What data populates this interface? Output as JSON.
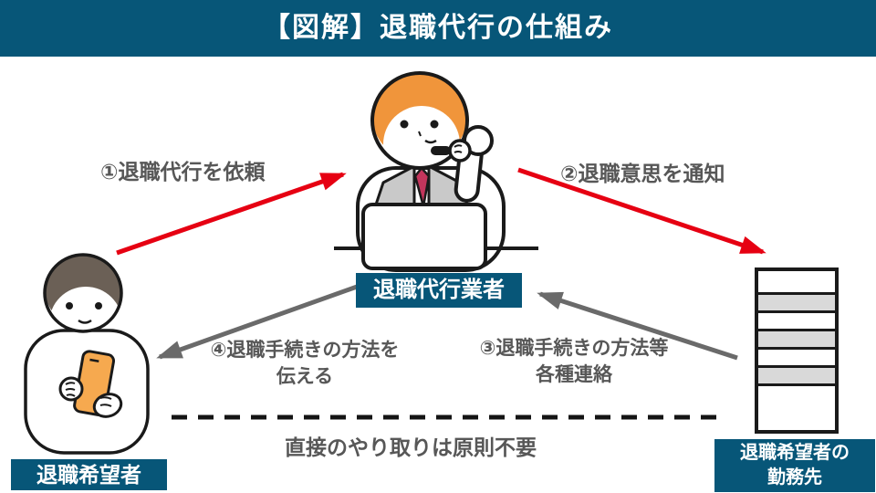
{
  "header": {
    "title": "【図解】退職代行の仕組み"
  },
  "actors": {
    "agency": {
      "label": "退職代行業者"
    },
    "employee": {
      "label": "退職希望者"
    },
    "workplace": {
      "label_line1": "退職希望者の",
      "label_line2": "勤務先"
    }
  },
  "steps": [
    {
      "label": "①退職代行を依頼",
      "from": "employee",
      "to": "agency",
      "arrow_color": "red"
    },
    {
      "label": "②退職意思を通知",
      "from": "agency",
      "to": "workplace",
      "arrow_color": "red"
    },
    {
      "label_line1": "③退職手続きの方法等",
      "label_line2": "各種連絡",
      "from": "workplace",
      "to": "agency",
      "arrow_color": "gray"
    },
    {
      "label_line1": "④退職手続きの方法を",
      "label_line2": "伝える",
      "from": "agency",
      "to": "employee",
      "arrow_color": "gray"
    }
  ],
  "note": {
    "text": "直接のやり取りは原則不要"
  },
  "illustrations": {
    "agency": "call-center-operator-with-headset-and-laptop",
    "employee": "person-holding-smartphone",
    "workplace": "office-building"
  },
  "colors": {
    "header_bg": "#075678",
    "badge_bg": "#075678",
    "arrow_red": "#E60012",
    "arrow_gray": "#6A6A6A",
    "label_text": "#575757",
    "dashed_line": "#141414",
    "hair_orange": "#F0953B",
    "phone_orange": "#F6A94F",
    "tie_red": "#C3355C",
    "vest_gray": "#C9C9C9",
    "building_band_gray": "#D9D9D9"
  }
}
